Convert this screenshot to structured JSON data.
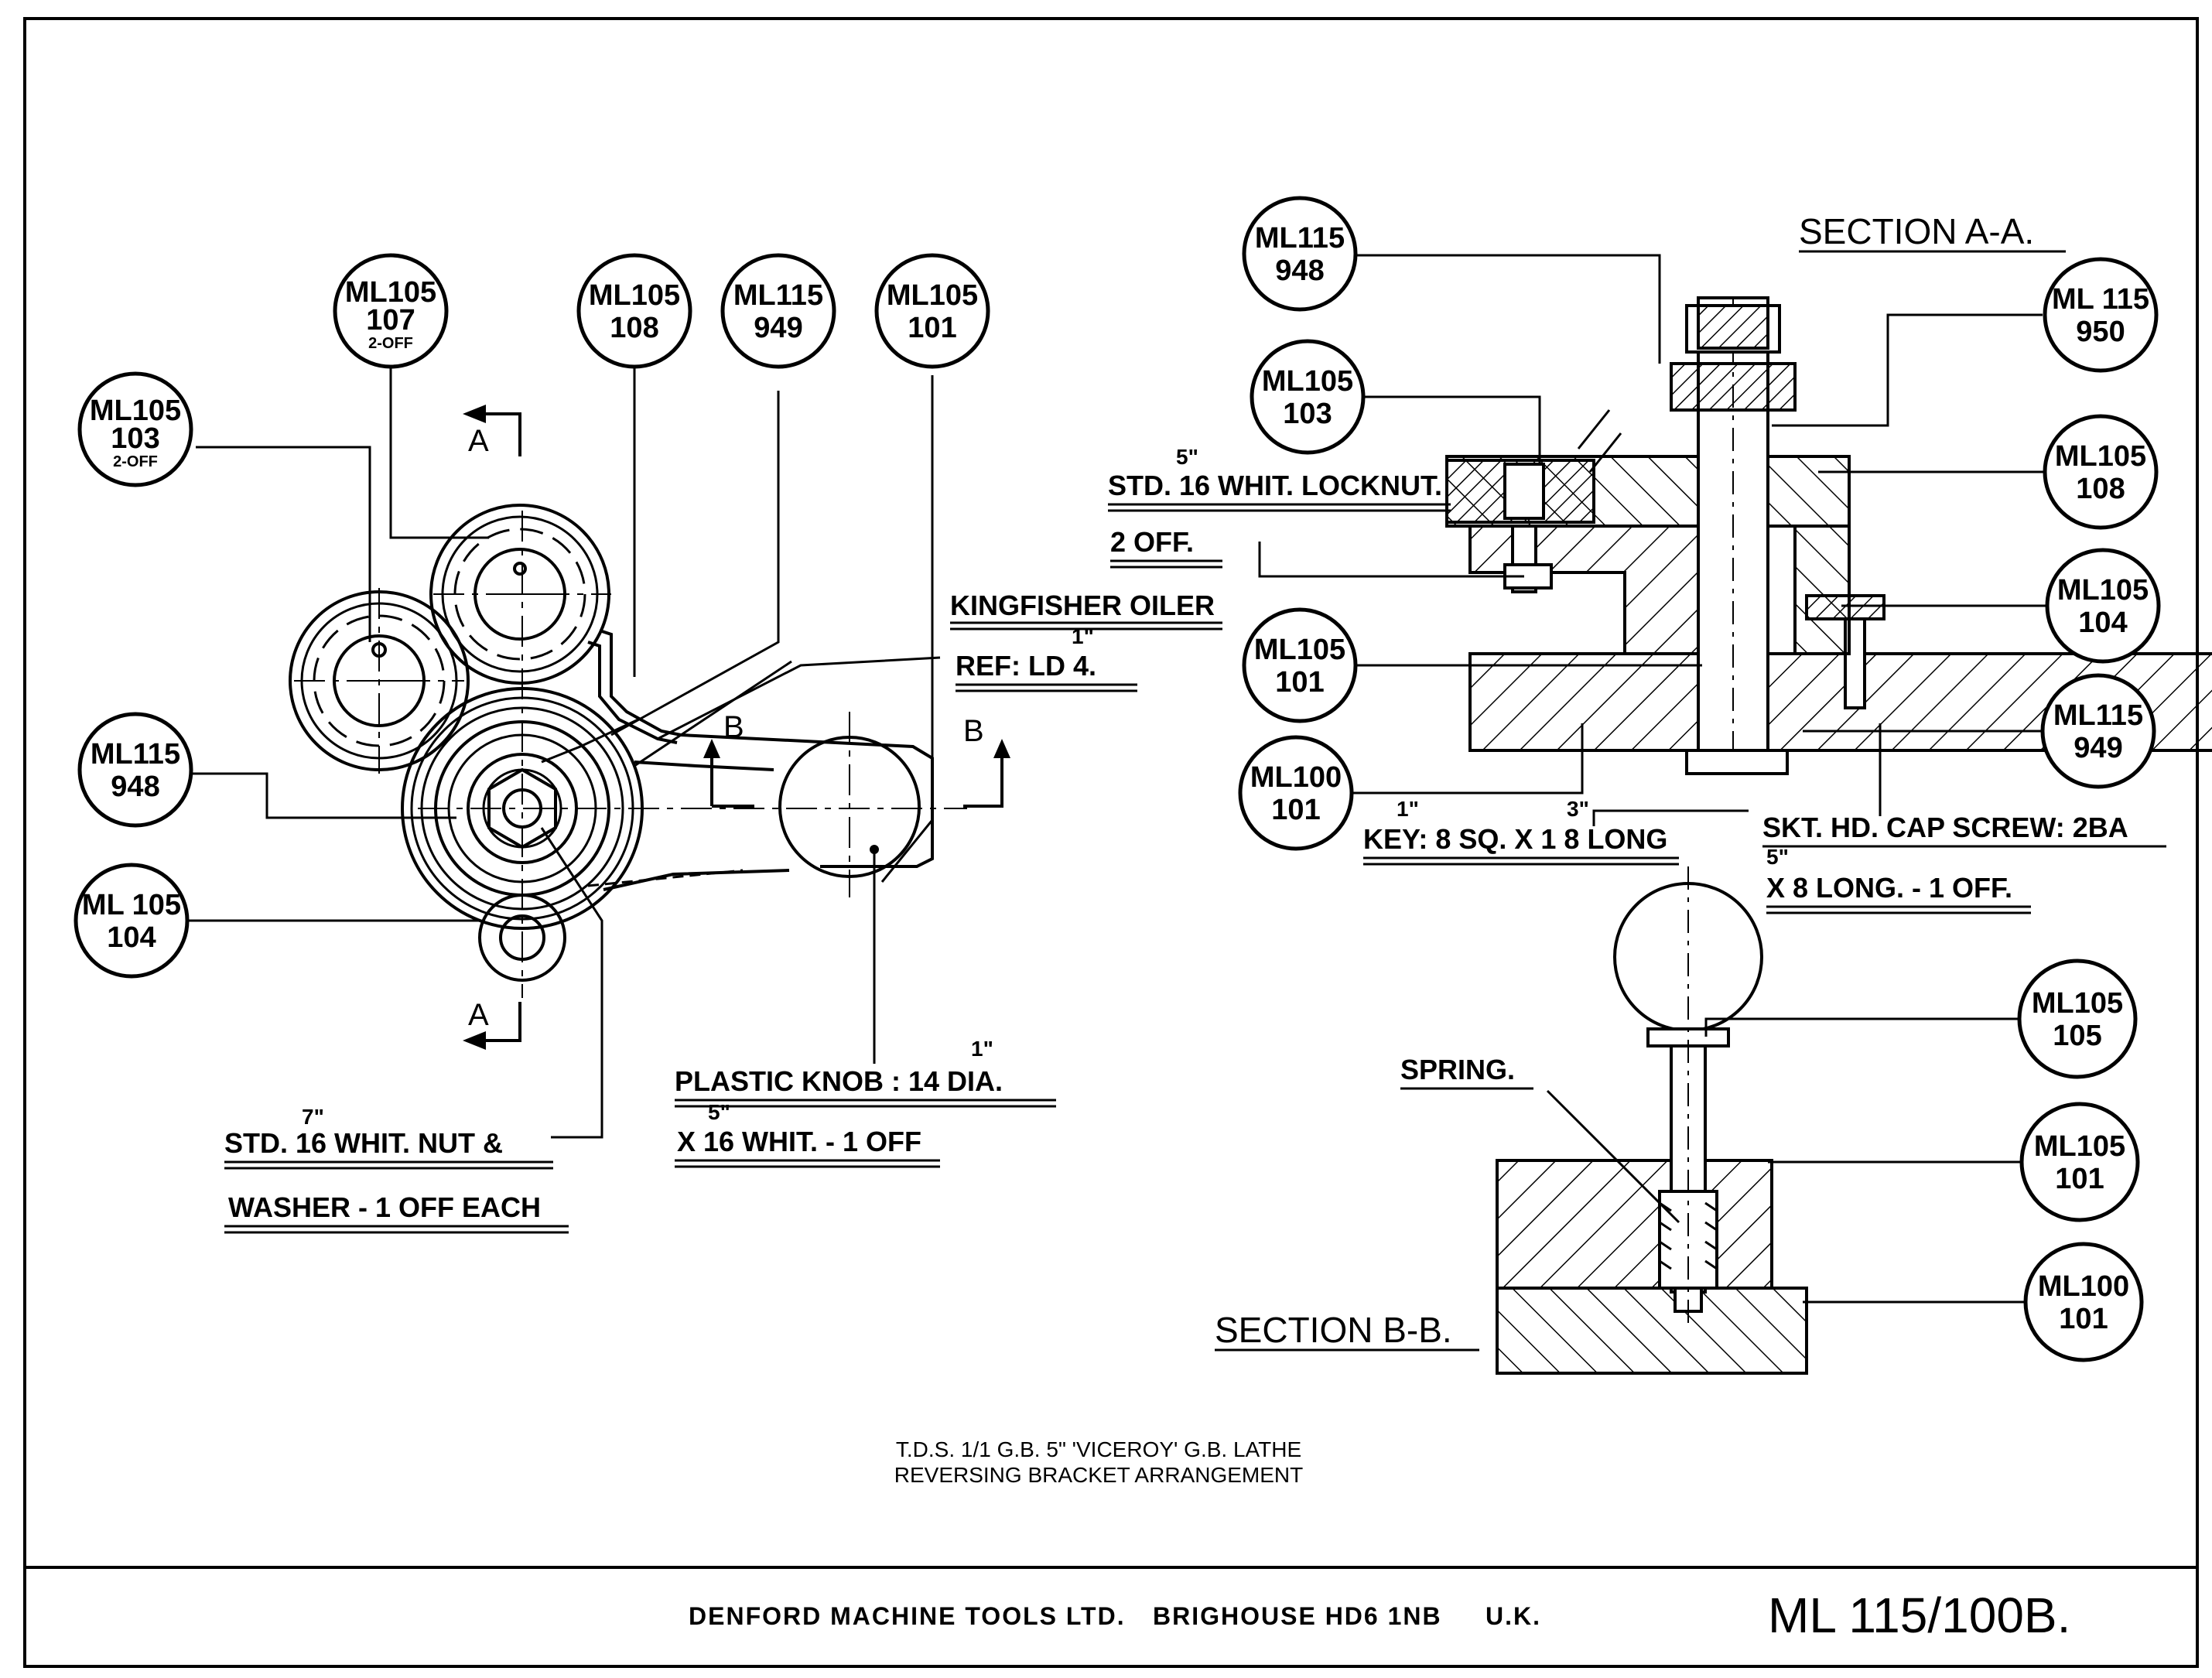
{
  "title_block": {
    "title_line1": "T.D.S. 1/1 G.B.  5\" 'VICEROY' G.B. LATHE",
    "title_line2": "REVERSING BRACKET ARRANGEMENT",
    "company": "DENFORD MACHINE TOOLS LTD.",
    "address": "BRIGHOUSE HD6 1NB",
    "country": "U.K.",
    "drawing_number": "ML 115/100B."
  },
  "sections": {
    "aa_title": "SECTION A-A.",
    "bb_title": "SECTION B-B."
  },
  "view_markers": {
    "a_top": "A",
    "a_bottom": "A",
    "b_left": "B",
    "b_right": "B"
  },
  "balloons": [
    {
      "id": "ml105-103-left",
      "line1": "ML105",
      "line2": "103",
      "line3": "2-OFF"
    },
    {
      "id": "ml105-107",
      "line1": "ML105",
      "line2": "107",
      "line3": "2-OFF"
    },
    {
      "id": "ml105-108-left",
      "line1": "ML105",
      "line2": "108",
      "line3": ""
    },
    {
      "id": "ml115-949-left",
      "line1": "ML115",
      "line2": "949",
      "line3": ""
    },
    {
      "id": "ml105-101-left",
      "line1": "ML105",
      "line2": "101",
      "line3": ""
    },
    {
      "id": "ml115-948-left",
      "line1": "ML115",
      "line2": "948",
      "line3": ""
    },
    {
      "id": "ml105-104-left",
      "line1": "ML 105",
      "line2": "104",
      "line3": ""
    },
    {
      "id": "ml115-948-aa",
      "line1": "ML115",
      "line2": "948",
      "line3": ""
    },
    {
      "id": "ml105-103-aa",
      "line1": "ML105",
      "line2": "103",
      "line3": ""
    },
    {
      "id": "ml105-101-aa",
      "line1": "ML105",
      "line2": "101",
      "line3": ""
    },
    {
      "id": "ml100-101-aa",
      "line1": "ML100",
      "line2": "101",
      "line3": ""
    },
    {
      "id": "ml115-950-aa",
      "line1": "ML 115",
      "line2": "950",
      "line3": ""
    },
    {
      "id": "ml105-108-aa",
      "line1": "ML105",
      "line2": "108",
      "line3": ""
    },
    {
      "id": "ml105-104-aa",
      "line1": "ML105",
      "line2": "104",
      "line3": ""
    },
    {
      "id": "ml115-949-aa",
      "line1": "ML115",
      "line2": "949",
      "line3": ""
    },
    {
      "id": "ml105-105-bb",
      "line1": "ML105",
      "line2": "105",
      "line3": ""
    },
    {
      "id": "ml105-101-bb",
      "line1": "ML105",
      "line2": "101",
      "line3": ""
    },
    {
      "id": "ml100-101-bb",
      "line1": "ML100",
      "line2": "101",
      "line3": ""
    }
  ],
  "notes": {
    "nut_frac": "7\"",
    "nut_line1": "STD. 16 WHIT. NUT &",
    "nut_line2": "WASHER - 1 OFF EACH",
    "knob_frac1": "1\"",
    "knob_line1": "PLASTIC KNOB : 14 DIA.",
    "knob_frac2": "5\"",
    "knob_line2": "X 16 WHIT. - 1 OFF",
    "oiler_line1": "KINGFISHER OILER",
    "oiler_frac": "1\"",
    "oiler_line2": "REF: LD 4.",
    "locknut_frac": "5\"",
    "locknut_line1": "STD. 16 WHIT. LOCKNUT.",
    "locknut_line2": "2 OFF.",
    "key_frac1": "1\"",
    "key_frac2": "3\"",
    "key_line": "KEY: 8 SQ. X 1 8 LONG",
    "screw_line1": "SKT. HD. CAP SCREW: 2BA",
    "screw_frac": "5\"",
    "screw_line2": "X 8 LONG. - 1 OFF.",
    "spring": "SPRING."
  }
}
